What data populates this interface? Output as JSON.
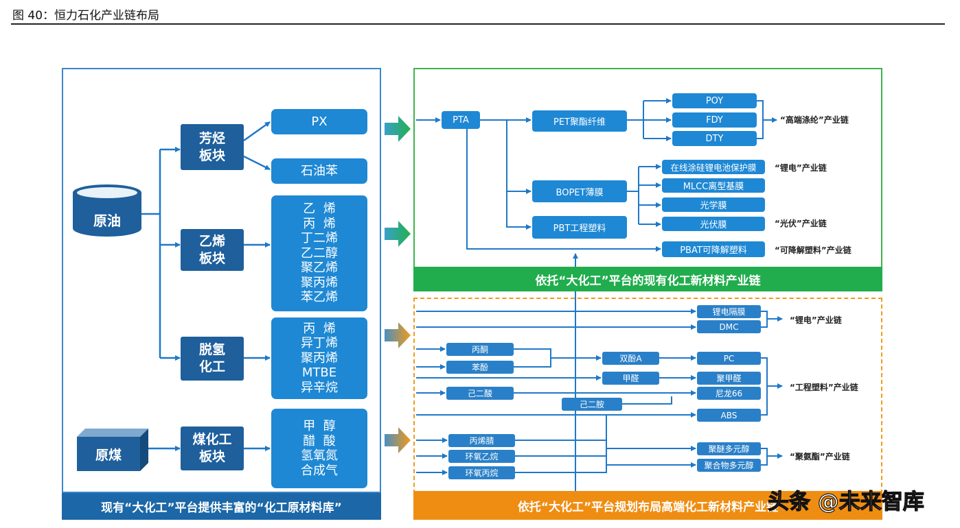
{
  "caption": "图 40：恒力石化产业链布局",
  "left": {
    "crude": "原油",
    "coal": "原煤",
    "blocks": {
      "aromatics": "芳烃\n板块",
      "ethylene": "乙烯\n板块",
      "dehydro": "脱氢\n化工",
      "coalchem": "煤化工\n板块"
    },
    "products": {
      "px": "PX",
      "benzene": "石油苯",
      "ethylene_list": [
        "乙  烯",
        "丙  烯",
        "丁二烯",
        "乙二醇",
        "聚乙烯",
        "聚丙烯",
        "苯乙烯"
      ],
      "dehydro_list": [
        "丙  烯",
        "异丁烯",
        "聚丙烯",
        "MTBE",
        "异辛烷"
      ],
      "coal_list": [
        "甲  醇",
        "醋  酸",
        "氢氧氮",
        "合成气"
      ]
    },
    "footer": "现有“大化工”平台提供丰富的“化工原材料库”"
  },
  "top_right": {
    "pta": "PTA",
    "pet": "PET聚酯纤维",
    "poy": "POY",
    "fdy": "FDY",
    "dty": "DTY",
    "chain_polyester": "“高端涤纶”产业链",
    "bopet": "BOPET薄膜",
    "pbt": "PBT工程塑料",
    "film1": "在线涂硅锂电池保护膜",
    "film2": "MLCC离型基膜",
    "film3": "光学膜",
    "film4": "光伏膜",
    "chain_lithium": "“锂电”产业链",
    "chain_pv": "“光伏”产业链",
    "pbat": "PBAT可降解塑料",
    "chain_degradable": "“可降解塑料”产业链",
    "footer": "依托“大化工”平台的现有化工新材料产业链"
  },
  "bottom_right": {
    "separator": "锂电隔膜",
    "dmc": "DMC",
    "chain_lithium": "“锂电”产业链",
    "acetone": "丙酮",
    "phenol": "苯酚",
    "bpa": "双酚A",
    "formaldehyde": "甲醛",
    "adipic1": "己二酸",
    "adipic2": "己二胺",
    "pc": "PC",
    "pom": "聚甲醛",
    "pa66": "尼龙66",
    "abs": "ABS",
    "chain_eng": "“工程塑料”产业链",
    "acrylonitrile": "丙烯腈",
    "eo": "环氧乙烷",
    "po": "环氧丙烷",
    "polyether": "聚醚多元醇",
    "polymer_polyol": "聚合物多元醇",
    "chain_pu": "“聚氨酯”产业链",
    "footer": "依托“大化工”平台规划布局高端化工新材料产业链"
  },
  "watermark": "头条 @未来智库",
  "colors": {
    "dark_blue": "#1e5f9c",
    "light_blue": "#1e88d4",
    "green": "#21ad4d",
    "orange": "#ef8d12"
  }
}
